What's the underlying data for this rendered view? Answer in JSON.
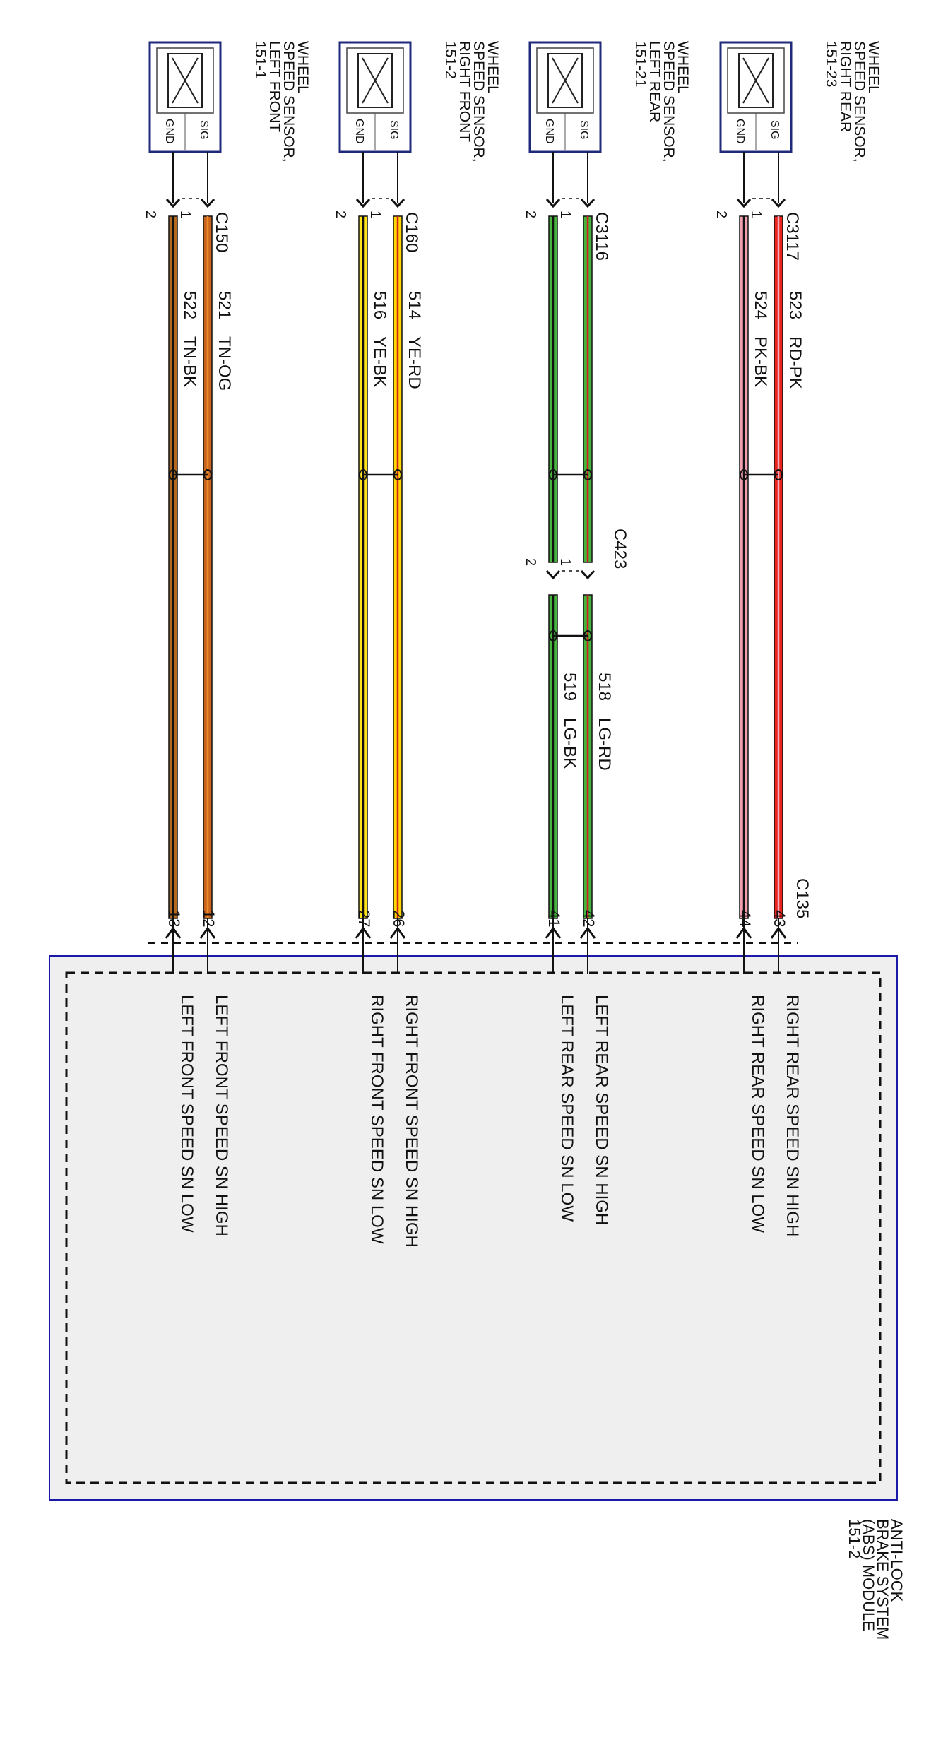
{
  "colors": {
    "module_border": "#1a1aa6",
    "module_fill": "#efefef",
    "sensor_border": "#1f2a7a",
    "wire_outline": "#111111",
    "stripe_black": "#111111"
  },
  "module": {
    "label_lines": [
      "ANTI-LOCK",
      "BRAKE SYSTEM",
      "(ABS) MODULE",
      "151-2"
    ],
    "connector": "C135"
  },
  "sensors": [
    {
      "id": "right-rear",
      "label_lines": [
        "WHEEL",
        "SPEED SENSOR,",
        "RIGHT REAR",
        "151-23"
      ],
      "pin_sig": "SIG",
      "pin_gnd": "GND",
      "connector": "C3117",
      "pin_high": "1",
      "pin_low": "2",
      "high_circuit": "523",
      "high_color_code": "RD-PK",
      "high_base": "#e8241c",
      "high_stripe": "#f4a7b9",
      "low_circuit": "524",
      "low_color_code": "PK-BK",
      "low_base": "#f2a0b0",
      "low_stripe": "#111111",
      "module_pin_high": "43",
      "module_pin_low": "44",
      "signal_high": "RIGHT REAR SPEED SN HIGH",
      "signal_low": "RIGHT REAR SPEED SN LOW"
    },
    {
      "id": "left-rear",
      "label_lines": [
        "WHEEL",
        "SPEED SENSOR,",
        "LEFT REAR",
        "151-21"
      ],
      "pin_sig": "SIG",
      "pin_gnd": "GND",
      "connector": "C3116",
      "pin_high": "1",
      "pin_low": "2",
      "high_circuit": "518",
      "high_color_code": "LG-RD",
      "high_base": "#46b53c",
      "high_stripe": "#d21f1f",
      "low_circuit": "519",
      "low_color_code": "LG-BK",
      "low_base": "#46b53c",
      "low_stripe": "#111111",
      "inline_connector": "C423",
      "inline_pin_high": "1",
      "inline_pin_low": "2",
      "module_pin_high": "42",
      "module_pin_low": "41",
      "signal_high": "LEFT REAR SPEED SN HIGH",
      "signal_low": "LEFT REAR SPEED SN LOW"
    },
    {
      "id": "right-front",
      "label_lines": [
        "WHEEL",
        "SPEED SENSOR,",
        "RIGHT FRONT",
        "151-2"
      ],
      "pin_sig": "SIG",
      "pin_gnd": "GND",
      "connector": "C160",
      "pin_high": "1",
      "pin_low": "2",
      "high_circuit": "514",
      "high_color_code": "YE-RD",
      "high_base": "#ffd800",
      "high_stripe": "#d21f1f",
      "low_circuit": "516",
      "low_color_code": "YE-BK",
      "low_base": "#ffe21a",
      "low_stripe": "#111111",
      "module_pin_high": "26",
      "module_pin_low": "27",
      "signal_high": "RIGHT FRONT SPEED SN HIGH",
      "signal_low": "RIGHT FRONT SPEED SN LOW"
    },
    {
      "id": "left-front",
      "label_lines": [
        "WHEEL",
        "SPEED SENSOR,",
        "LEFT FRONT",
        "151-1"
      ],
      "pin_sig": "SIG",
      "pin_gnd": "GND",
      "connector": "C150",
      "pin_high": "1",
      "pin_low": "2",
      "high_circuit": "521",
      "high_color_code": "TN-OG",
      "high_base": "#c8641e",
      "high_stripe": "#f08c28",
      "low_circuit": "522",
      "low_color_code": "TN-BK",
      "low_base": "#b4691e",
      "low_stripe": "#111111",
      "module_pin_high": "12",
      "module_pin_low": "13",
      "signal_high": "LEFT FRONT SPEED SN HIGH",
      "signal_low": "LEFT FRONT SPEED SN LOW"
    }
  ]
}
